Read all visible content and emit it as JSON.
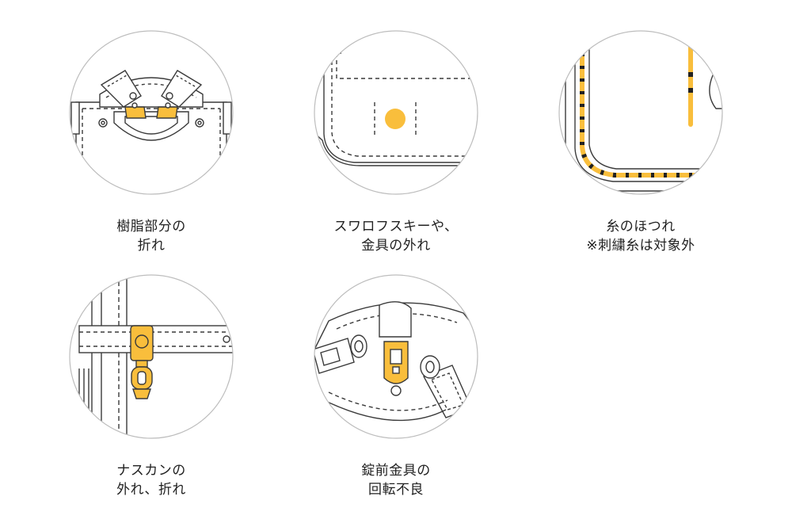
{
  "colors": {
    "accent": "#F9BE3C",
    "line": "#3a3a3a",
    "circle": "#bdbdbd"
  },
  "items": [
    {
      "icon": "backpack-hinge-plastic-icon",
      "lines": [
        "樹脂部分の",
        "折れ"
      ]
    },
    {
      "icon": "backpack-crystal-stud-icon",
      "lines": [
        "スワロフスキーや、",
        "金具の外れ"
      ]
    },
    {
      "icon": "stitching-thread-icon",
      "lines": [
        "糸のほつれ",
        "※刺繍糸は対象外"
      ]
    },
    {
      "icon": "nascan-hook-icon",
      "lines": [
        "ナスカンの",
        "外れ、折れ"
      ]
    },
    {
      "icon": "lock-buckle-icon",
      "lines": [
        "錠前金具の",
        "回転不良"
      ]
    }
  ]
}
